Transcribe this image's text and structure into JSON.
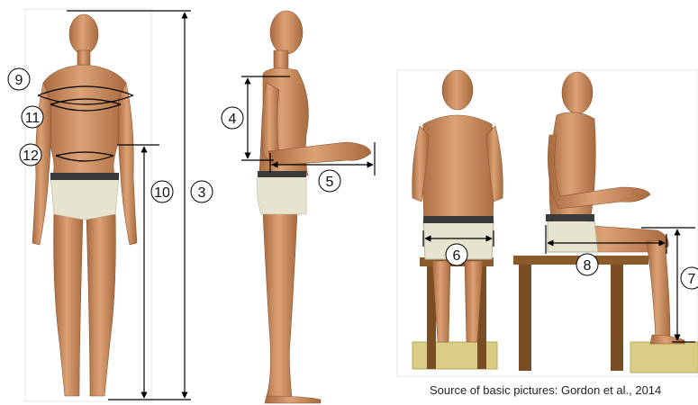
{
  "measurements": [
    {
      "id": "3",
      "label": "3"
    },
    {
      "id": "4",
      "label": "4"
    },
    {
      "id": "5",
      "label": "5"
    },
    {
      "id": "6",
      "label": "6"
    },
    {
      "id": "7",
      "label": "7"
    },
    {
      "id": "8",
      "label": "8"
    },
    {
      "id": "9",
      "label": "9"
    },
    {
      "id": "10",
      "label": "10"
    },
    {
      "id": "11",
      "label": "11"
    },
    {
      "id": "12",
      "label": "12"
    }
  ],
  "caption": "Source of basic pictures: Gordon et al., 2014",
  "colors": {
    "skin": "#d49a6a",
    "skin_shadow": "#a86a3f",
    "underwear": "#e6e3cf",
    "waistband": "#3a3a3a",
    "wood": "#8a5a2b",
    "block": "#d9cd86",
    "line": "#000000"
  }
}
